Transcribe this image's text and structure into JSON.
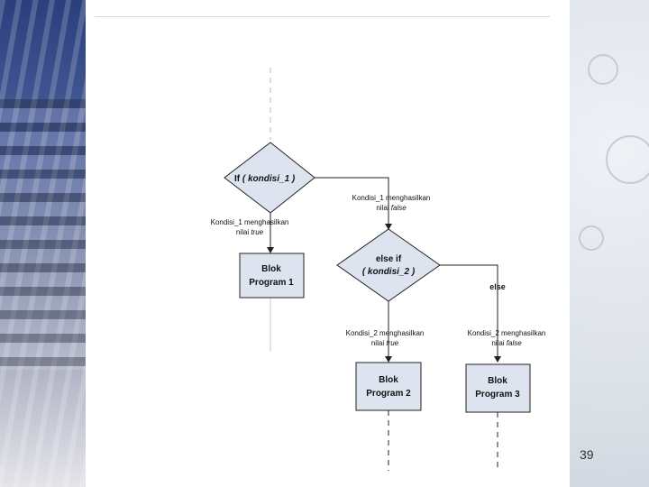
{
  "diagram": {
    "decision1": {
      "prefix": "If",
      "condition": "( kondisi_1 )"
    },
    "decision2": {
      "line1": "else if",
      "line2": "( kondisi_2 )"
    },
    "block1": {
      "line1": "Blok",
      "line2": "Program 1"
    },
    "block2": {
      "line1": "Blok",
      "line2": "Program 2"
    },
    "block3": {
      "line1": "Blok",
      "line2": "Program 3"
    },
    "label_true1": {
      "line1": "Kondisi_1 menghasilkan",
      "line2_prefix": "nilai",
      "line2_value": "true"
    },
    "label_false1": {
      "line1": "Kondisi_1 menghasilkan",
      "line2_prefix": "nilai",
      "line2_value": "false"
    },
    "label_true2": {
      "line1": "Kondisi_2 menghasilkan",
      "line2_prefix": "nilai",
      "line2_value": "true"
    },
    "label_false2": {
      "line1": "Kondisi_2 menghasilkan",
      "line2_prefix": "nilai",
      "line2_value": "false"
    },
    "label_else": "else"
  },
  "page_number": "39",
  "colors": {
    "shape_fill": "#dde4ef",
    "shape_stroke": "#222222",
    "line": "#222222"
  }
}
